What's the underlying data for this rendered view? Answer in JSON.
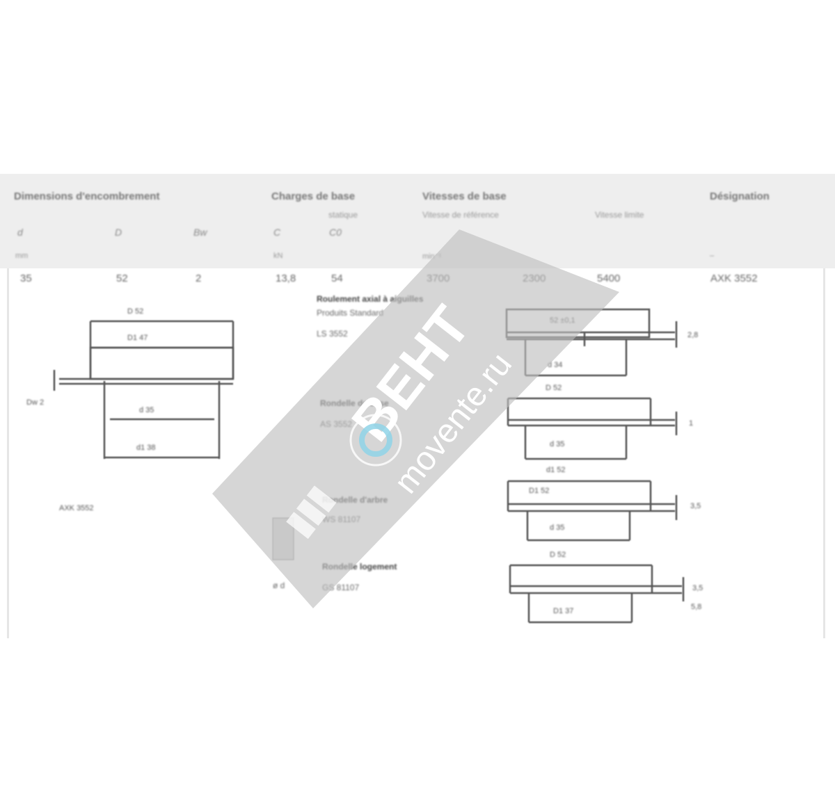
{
  "table": {
    "groups": {
      "dimensions": "Dimensions d'encombrement",
      "load_ratings": "Charges de base",
      "speeds": "Vitesses de base",
      "designation": "Désignation"
    },
    "subgroups": {
      "load_static": "statique",
      "speed_limit": "Vitesse de référence",
      "speed_ref": "Vitesse limite"
    },
    "symbols": {
      "d": "d",
      "D": "D",
      "Bw": "Bw",
      "C": "C",
      "C0": "C0"
    },
    "units": {
      "mm": "mm",
      "kn": "kN",
      "rpm": "min⁻¹",
      "dash": "–"
    },
    "row": {
      "d": "35",
      "D": "52",
      "Bw": "2",
      "C": "13,8",
      "C0": "54",
      "speed1": "3700",
      "speed2": "2300",
      "speed3": "5400",
      "designation": "AXK 3552"
    }
  },
  "drawing_main": {
    "dims": {
      "D": "D 52",
      "D1": "D1 47",
      "d": "d 35",
      "d1": "d1 38",
      "Dw": "Dw 2"
    },
    "designation": "AXK 3552"
  },
  "components": [
    {
      "title": "Roulement axial à aiguilles",
      "subtitle": "Produits Standard",
      "code": "LS 3552",
      "dims": [
        "52 ±0,1",
        "d 34"
      ],
      "thickness": "2,8"
    },
    {
      "title": "Rondelle de base",
      "code": "AS 3552",
      "dims": [
        "D 52",
        "d 35"
      ],
      "thickness": "1"
    },
    {
      "title": "Rondelle d'arbre",
      "code": "WS 81107",
      "dims": [
        "d1 52",
        "D1 52",
        "d 35"
      ],
      "thickness": "3,5"
    },
    {
      "title": "Rondelle logement",
      "code": "GS 81107",
      "dims": [
        "D 52",
        "D1 37"
      ],
      "thickness": "3,5",
      "extra": "5,8"
    }
  ],
  "small_label": "ø d",
  "watermark": {
    "brand": "МОВЕНТ",
    "site": "movente.ru",
    "color": "#bdbdbd",
    "accent": "#8fd3e8"
  }
}
